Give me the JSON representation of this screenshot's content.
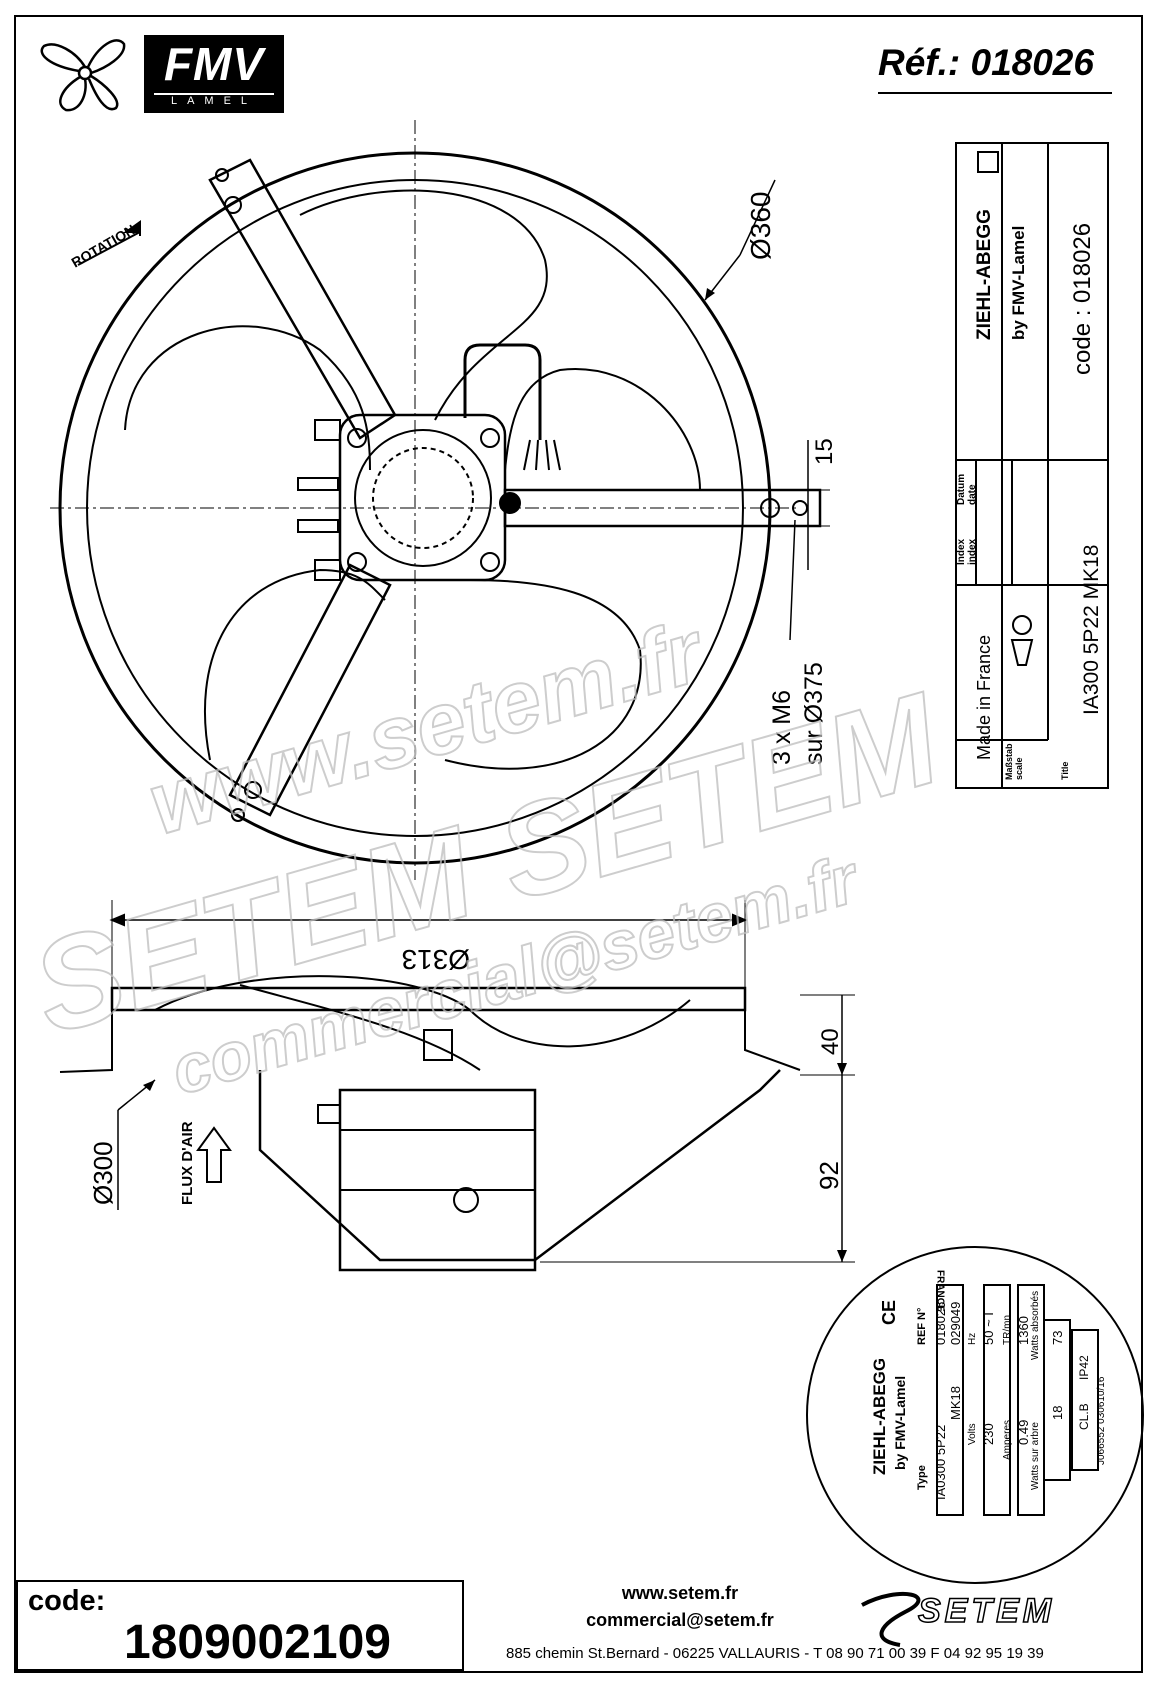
{
  "header": {
    "reference": "Réf.: 018026",
    "brand_name": "FMV",
    "brand_sub": "LAMEL"
  },
  "drawing": {
    "rotation_label": "ROTATION",
    "diameter_outer": "Ø360",
    "dim_15": "15",
    "mount_holes_line1": "3 x M6",
    "mount_holes_line2": "sur Ø375",
    "diameter_313": "Ø313",
    "dim_40": "40",
    "dim_92": "92",
    "diameter_300": "Ø300",
    "airflow_label": "FLUX D'AIR"
  },
  "title_block": {
    "manufacturer": "ZIEHL-ABEGG",
    "by": "by FMV-Lamel",
    "code": "code : 018026",
    "datum_label_1": "Datum",
    "datum_label_2": "date",
    "index_label_1": "Index",
    "index_label_2": "index",
    "made_in": "Made in France",
    "scale_label_1": "Maßstab",
    "scale_label_2": "scale",
    "title_label": "Title",
    "title_value": "IA300 5P22   MK18"
  },
  "nameplate": {
    "manufacturer": "ZIEHL-ABEGG",
    "by": "by FMV-Lamel",
    "ce": "CE",
    "type_label": "Type",
    "type_value_1": "IA0300 5P22",
    "type_value_2": "MK18",
    "ref_label": "REF N°",
    "ref_value_1": "018026",
    "ref_value_2": "029049",
    "france": "FRANCE",
    "volts_label": "Volts",
    "volts_value": "230",
    "hz_label": "Hz",
    "hz_value": "50  ~  I",
    "amperes_label": "Amperes",
    "amperes_value": "0.49",
    "trmn_label": "TR/mn",
    "trmn_value": "1360",
    "watts_arbre_label": "Watts sur arbre",
    "watts_arbre_value": "18",
    "watts_abs_label": "Watts absorbés",
    "watts_abs_value": "73",
    "class_value": "CL.B",
    "ip_value": "IP42",
    "serial": "J066552 030610/16"
  },
  "watermarks": [
    "www.setem.fr",
    "SETEM  SETEM",
    "commercial@setem.fr"
  ],
  "footer": {
    "code_label": "code:",
    "code_value": "1809002109",
    "website": "www.setem.fr",
    "email": "commercial@setem.fr",
    "address": "885 chemin St.Bernard  -  06225 VALLAURIS  -  T 08 90 71 00 39   F 04 92 95 19 39",
    "setem_logo": "SETEM"
  }
}
